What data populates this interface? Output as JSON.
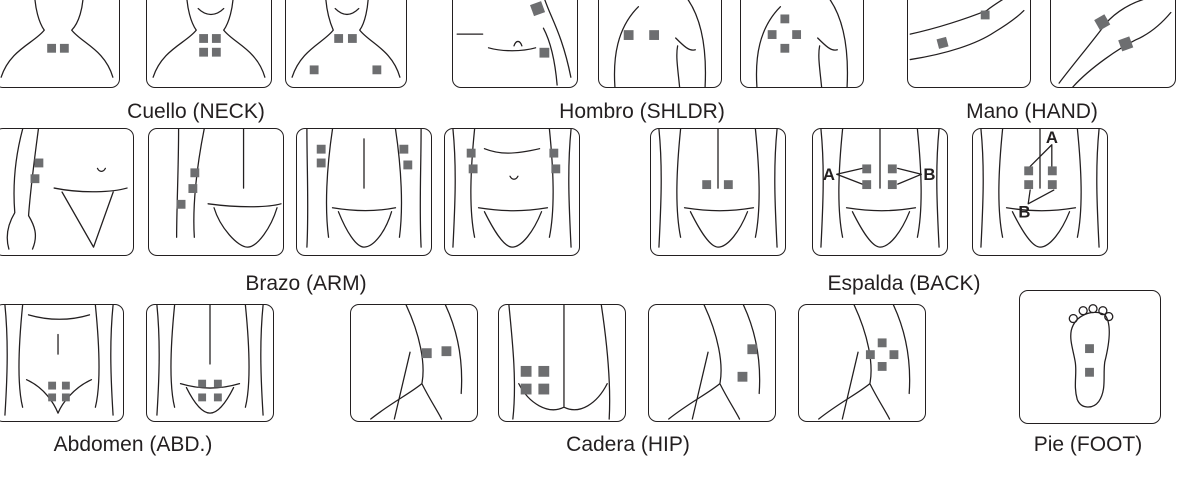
{
  "captions": {
    "neck": "Cuello (NECK)",
    "shoulder": "Hombro (SHLDR)",
    "hand": "Mano (HAND)",
    "arm": "Brazo (ARM)",
    "back": "Espalda (BACK)",
    "abdomen": "Abdomen (ABD.)",
    "hip": "Cadera (HIP)",
    "foot": "Pie (FOOT)"
  },
  "markers": {
    "back_a": "A",
    "back_b": "B",
    "back2_a": "A",
    "back2_b": "B"
  },
  "colors": {
    "pad": "#6d6e70",
    "line": "#231f20",
    "background": "#ffffff"
  }
}
